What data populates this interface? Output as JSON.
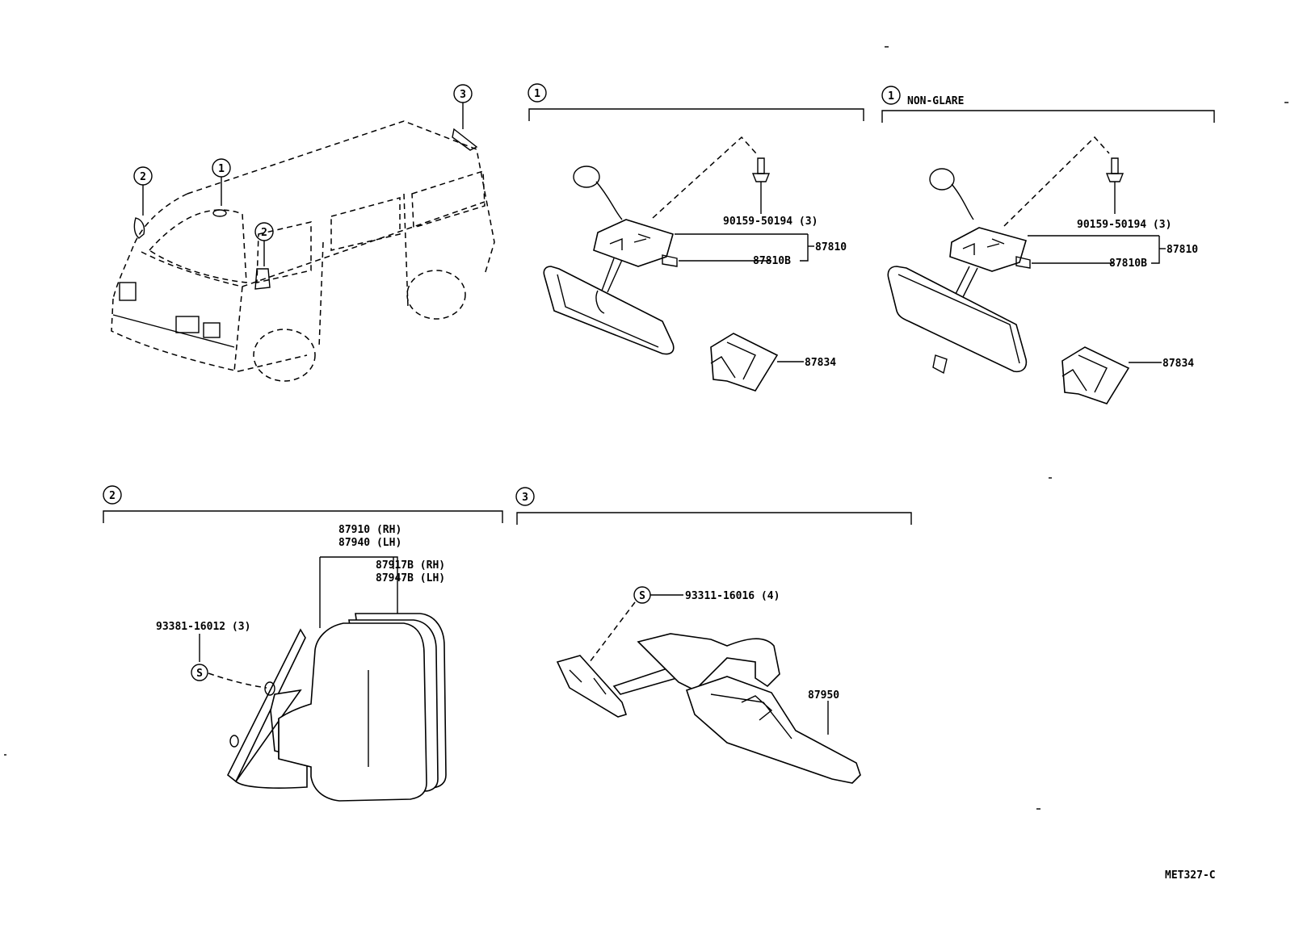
{
  "callouts": {
    "one": "1",
    "two": "2",
    "three": "3"
  },
  "sections": {
    "inner_mirror": {
      "number": "1",
      "parts": {
        "screw": "90159-50194 (3)",
        "assembly": "87810",
        "mirror_sub": "87810B",
        "cover": "87834"
      }
    },
    "inner_mirror_non_glare": {
      "number": "1",
      "title": "NON-GLARE",
      "parts": {
        "screw": "90159-50194 (3)",
        "assembly": "87810",
        "mirror_sub": "87810B",
        "cover": "87834"
      }
    },
    "outer_mirror": {
      "number": "2",
      "parts": {
        "mirror_rh": "87910 (RH)",
        "mirror_lh": "87940 (LH)",
        "sub_rh": "87917B (RH)",
        "sub_lh": "87947B (LH)",
        "screw": "93381-16012 (3)",
        "screw_symbol": "S"
      }
    },
    "under_mirror": {
      "number": "3",
      "parts": {
        "screw": "93311-16016 (4)",
        "screw_symbol": "S",
        "mirror": "87950"
      }
    }
  },
  "footer": {
    "code": "MET327-C"
  }
}
